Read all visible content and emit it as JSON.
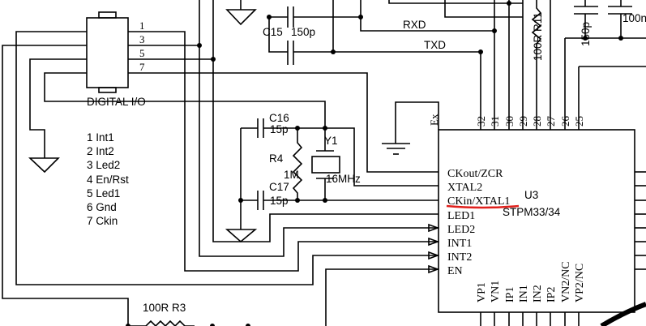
{
  "connector": {
    "label": "DIGITAL I/O",
    "pin_numbers": [
      "1",
      "3",
      "5",
      "7"
    ],
    "pinout": [
      "1 Int1",
      "2 Int2",
      "3 Led2",
      "4 En/Rst",
      "5 Led1",
      "6 Gnd",
      "7 Ckin"
    ]
  },
  "components": {
    "c15": "C15",
    "c15_value": "150p",
    "c16": "C16",
    "c16_value": "15p",
    "c17": "C17",
    "c17_value": "15p",
    "r4": "R4",
    "r4_value": "1M",
    "y1": "Y1",
    "y1_value": "16MHz",
    "r3_label": "100R  R3",
    "r11_label": "100R R11",
    "cap_top_right_1": "150p",
    "cap_top_right_2": "100n"
  },
  "nets": {
    "rxd": "RXD",
    "txd": "TXD"
  },
  "chip": {
    "ref": "U3",
    "part": "STPM33/34",
    "ex_label": "Ex",
    "top_pins": [
      "32",
      "31",
      "30",
      "29",
      "28",
      "27",
      "26",
      "25"
    ],
    "left_pins": [
      "CKout/ZCR",
      "XTAL2",
      "CKin/XTAL1",
      "LED1",
      "LED2",
      "INT1",
      "INT2",
      "EN"
    ],
    "bottom_pins": [
      "VP1",
      "VN1",
      "IP1",
      "IN1",
      "IN2",
      "IP2",
      "VN2/NC",
      "VP2/NC"
    ]
  },
  "annotation": {
    "highlight_color": "#e0201c",
    "highlighted_pin": "CKin/XTAL1"
  }
}
